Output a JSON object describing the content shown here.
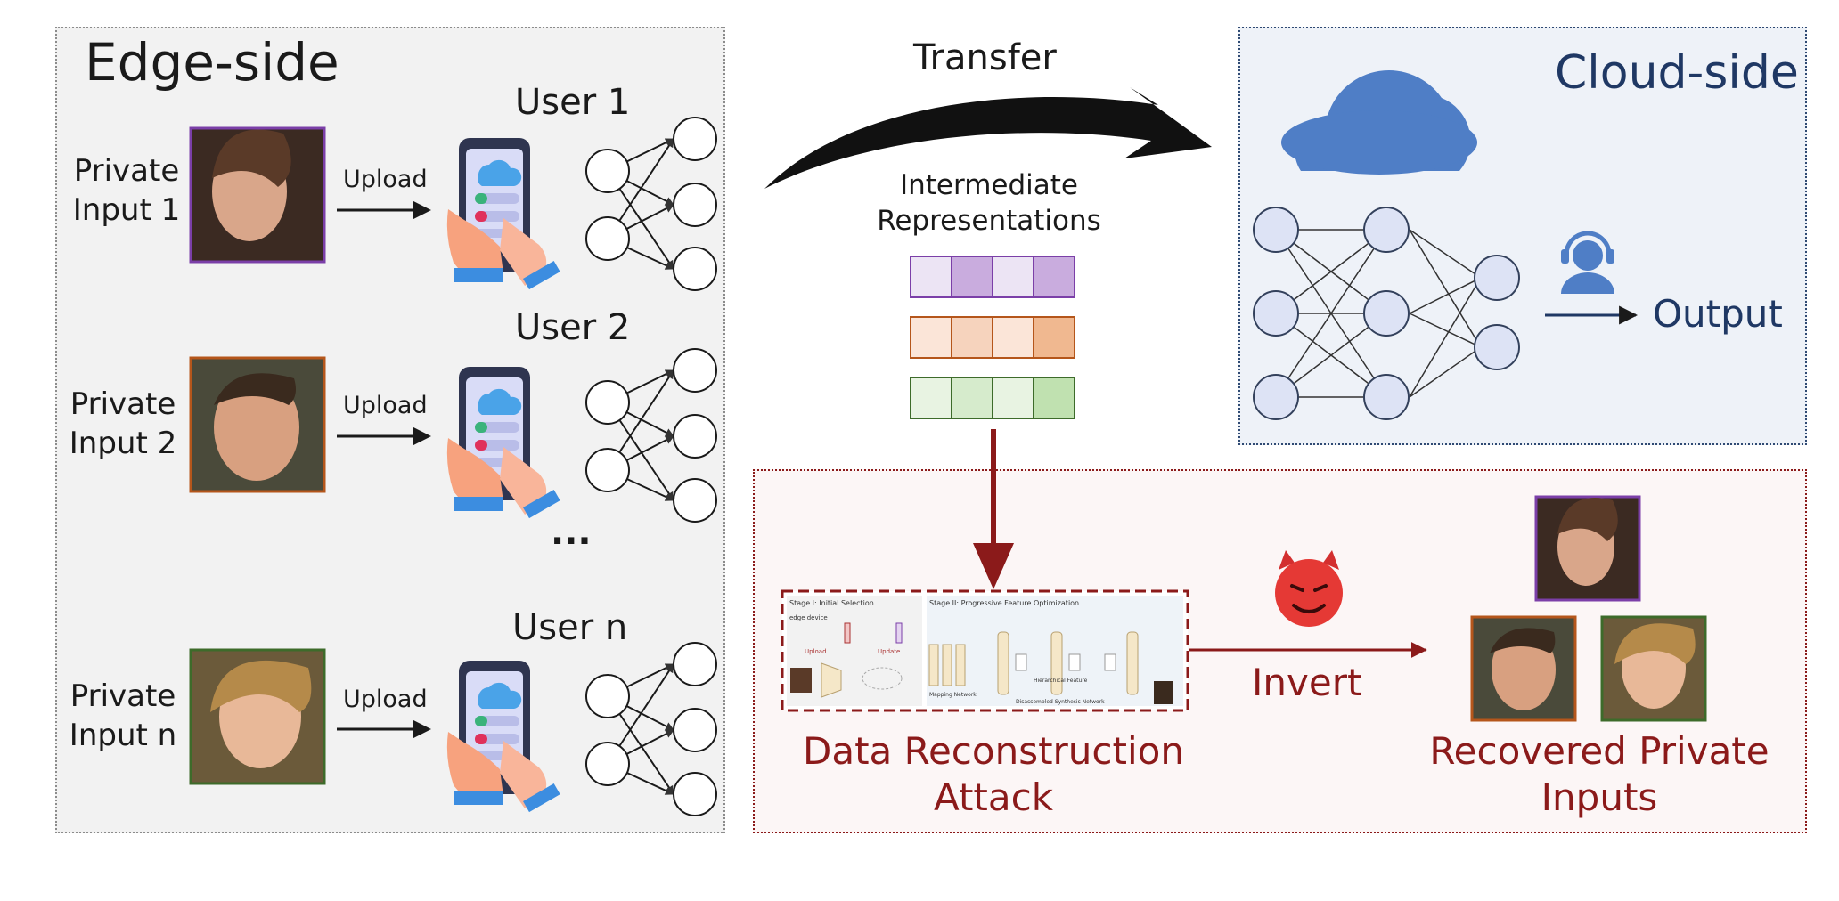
{
  "edge": {
    "title": "Edge-side",
    "upload_label": "Upload",
    "ellipsis": "...",
    "users": [
      {
        "name": "User 1",
        "input_line1": "Private",
        "input_line2": "Input 1"
      },
      {
        "name": "User 2",
        "input_line1": "Private",
        "input_line2": "Input 2"
      },
      {
        "name": "User n",
        "input_line1": "Private",
        "input_line2": "Input n"
      }
    ]
  },
  "transfer": {
    "label": "Transfer",
    "ir_line1": "Intermediate",
    "ir_line2": "Representations"
  },
  "cloud": {
    "title": "Cloud-side",
    "output_label": "Output"
  },
  "attack": {
    "line1": "Data Reconstruction",
    "line2": "Attack",
    "invert_label": "Invert",
    "recovered_line1": "Recovered Private",
    "recovered_line2": "Inputs",
    "thumbnail": {
      "stage1": "Stage I: Initial Selection",
      "stage2": "Stage II: Progressive Feature Optimization",
      "edge_device": "edge device",
      "upload": "Upload",
      "update": "Update",
      "mapping": "Mapping Network",
      "synthesis": "Disassembled Synthesis Network",
      "hierarchical": "Hierarchical Feature"
    }
  },
  "colors": {
    "purple": "#7b3fa8",
    "orange": "#b5561b",
    "green": "#3d6b2a",
    "attack_red": "#8b1a1a",
    "cloud_blue": "#4f7ec6",
    "cloud_text": "#1f3864"
  }
}
